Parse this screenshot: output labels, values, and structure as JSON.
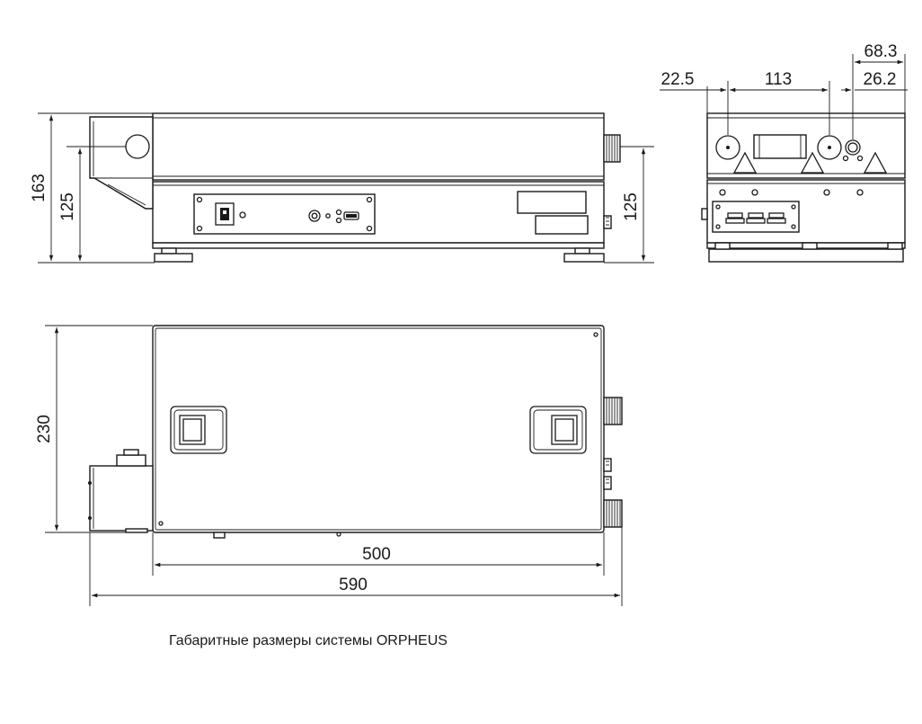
{
  "caption": "Габаритные размеры системы ORPHEUS",
  "dimensions": {
    "side_total_height": "163",
    "side_body_height": "125",
    "side_right_height": "125",
    "front_left_offset": "22.5",
    "front_hole_spacing": "113",
    "front_right_offset": "68.3",
    "front_right_inner": "26.2",
    "top_depth": "230",
    "top_body_length": "500",
    "top_total_length": "590"
  },
  "colors": {
    "line": "#1a1a1a",
    "background": "#ffffff"
  }
}
